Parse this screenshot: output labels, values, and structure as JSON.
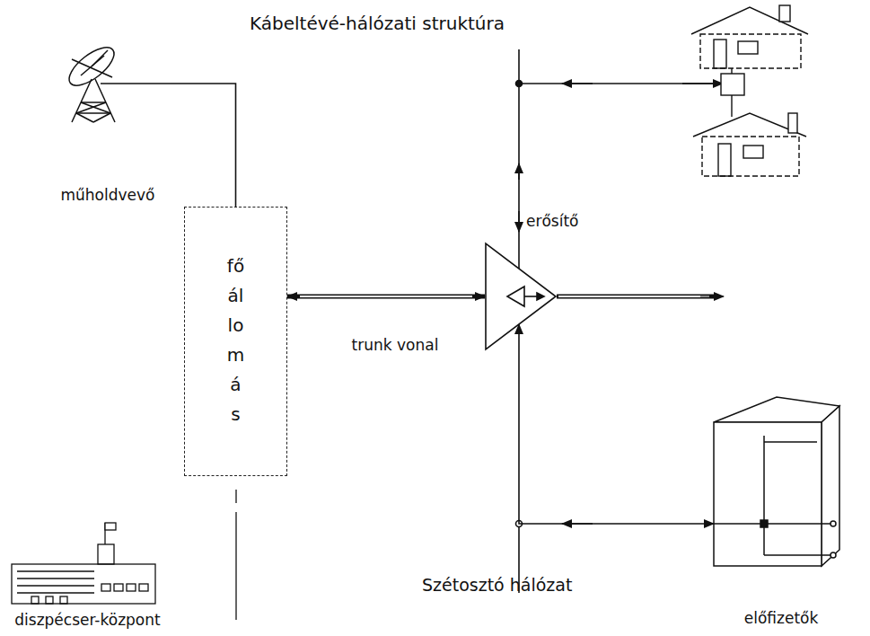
{
  "diagram": {
    "title": "Kábeltévé-hálózati struktúra",
    "nodes": [
      {
        "text": [
          "műholdvevő"
        ]
      },
      {
        "text": [
          "főállomás"
        ]
      },
      {
        "text": [
          "erősítő"
        ]
      },
      {
        "text": [
          "diszpécser-központ"
        ]
      },
      {
        "text": [
          "előfizetők"
        ]
      }
    ],
    "edges": [
      {
        "from": 0,
        "to": 1,
        "arrow": "none"
      },
      {
        "from": 1,
        "to": 2,
        "label": "trunk vonal",
        "arrow": "both"
      },
      {
        "from": 2,
        "to": 4,
        "arrow": "both"
      }
    ],
    "labels": [
      "Szétosztó hálózat"
    ]
  }
}
